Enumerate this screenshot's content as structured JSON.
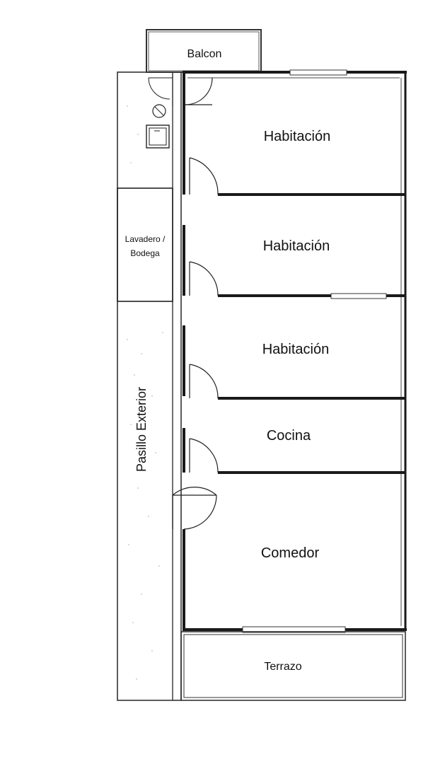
{
  "plan": {
    "rooms": {
      "balcon": "Balcon",
      "habitacion_1": "Habitación",
      "habitacion_2": "Habitación",
      "habitacion_3": "Habitación",
      "cocina": "Cocina",
      "comedor": "Comedor",
      "terrazo": "Terrazo",
      "lavadero_line1": "Lavadero /",
      "lavadero_line2": "Bodega",
      "pasillo": "Pasillo Exterior"
    },
    "colors": {
      "wall": "#1a1a1a",
      "line": "#333333",
      "background": "#ffffff",
      "speckle": "#c8c8c8"
    }
  }
}
